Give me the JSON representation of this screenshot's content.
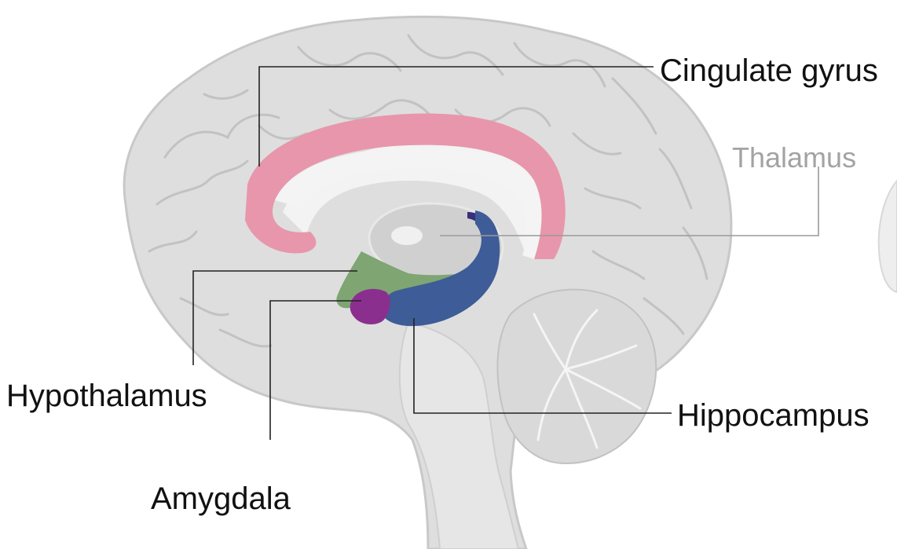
{
  "labels": {
    "cingulate": "Cingulate gyrus",
    "thalamus": "Thalamus",
    "hypothalamus": "Hypothalamus",
    "hippocampus": "Hippocampus",
    "amygdala": "Amygdala"
  },
  "colors": {
    "brain": "#dedede",
    "gyri_lines": "#c2c2c2",
    "inner_gray": "#cfcfcf",
    "cingulate": "#e896ab",
    "hypothalamus": "#7ea572",
    "amygdala": "#8b2f8f",
    "hippocampus": "#3e5c97",
    "fornix": "#3a2f7a",
    "leader_dark": "#222222",
    "leader_gray": "#9a9a9a",
    "label_dark": "#111111",
    "label_gray": "#a3a3a3"
  }
}
